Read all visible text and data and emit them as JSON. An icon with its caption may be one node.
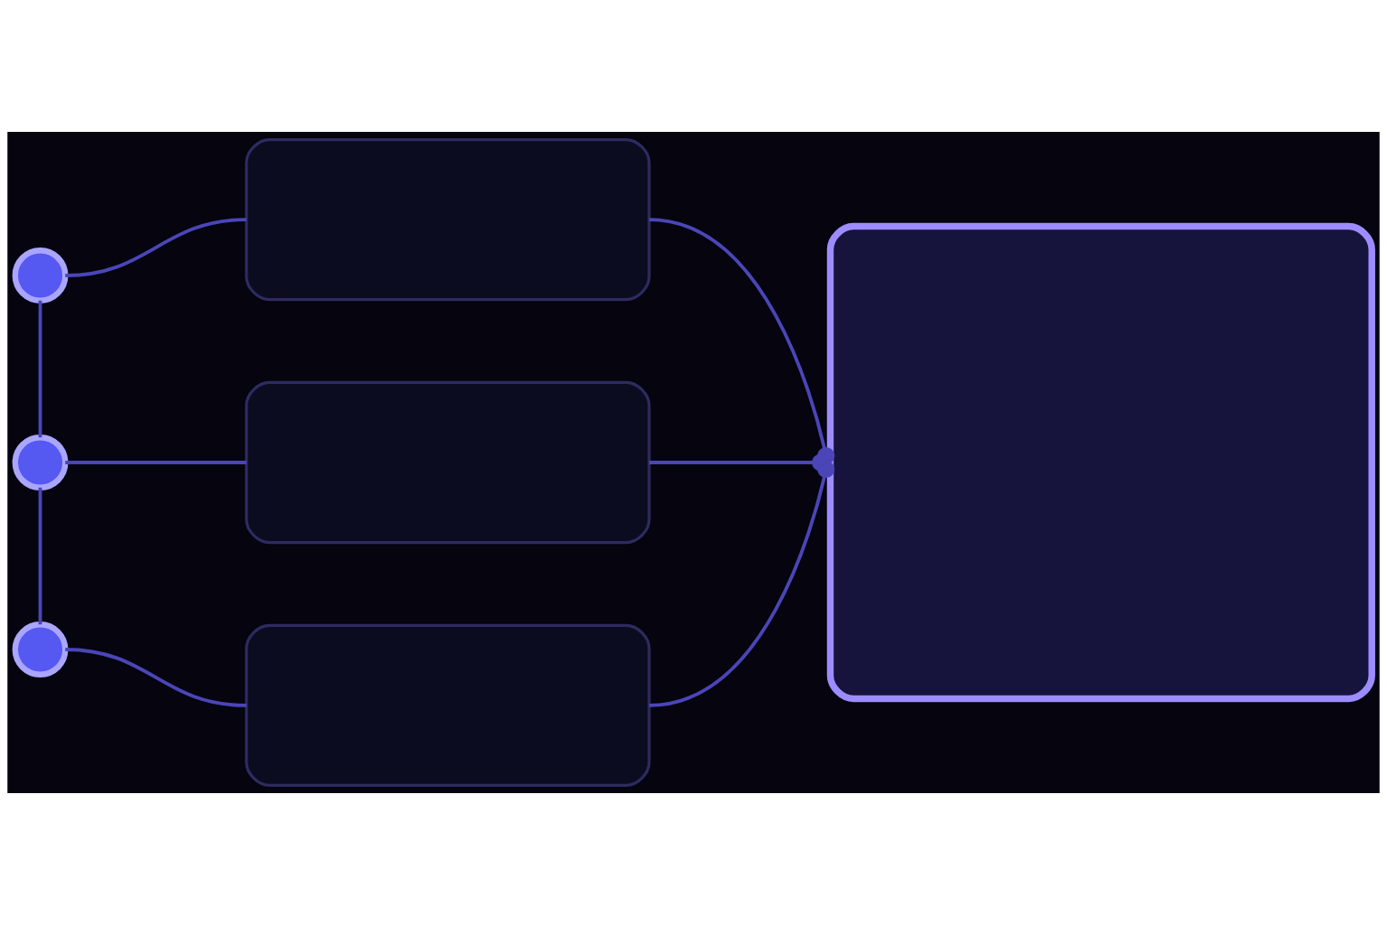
{
  "diagram": {
    "nodes": [
      {
        "text": [],
        "shape": "circle"
      },
      {
        "text": [],
        "shape": "circle"
      },
      {
        "text": [],
        "shape": "circle"
      },
      {
        "text": [],
        "shape": "box"
      },
      {
        "text": [],
        "shape": "box"
      },
      {
        "text": [],
        "shape": "box"
      },
      {
        "text": [],
        "shape": "box"
      }
    ],
    "edges": [
      {
        "from": 0,
        "to": 1,
        "arrow": "none"
      },
      {
        "from": 1,
        "to": 2,
        "arrow": "none"
      },
      {
        "from": 0,
        "to": 3,
        "arrow": "none"
      },
      {
        "from": 1,
        "to": 4,
        "arrow": "none"
      },
      {
        "from": 2,
        "to": 5,
        "arrow": "none"
      },
      {
        "from": 3,
        "to": 6,
        "arrow": "other"
      },
      {
        "from": 4,
        "to": 6,
        "arrow": "other"
      },
      {
        "from": 5,
        "to": 6,
        "arrow": "other"
      }
    ]
  }
}
